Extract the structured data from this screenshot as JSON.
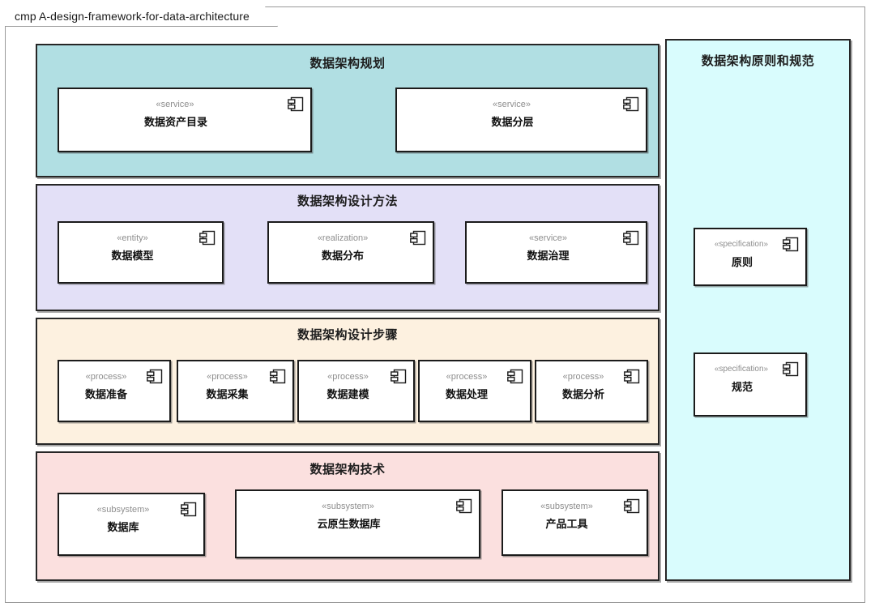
{
  "frame": {
    "keyword": "cmp",
    "title": "cmp A-design-framework-for-data-architecture"
  },
  "icons": {
    "component": "component-icon"
  },
  "colors": {
    "band_planning": "#b1dfe3",
    "band_method": "#e3e0f7",
    "band_steps": "#fdf1e0",
    "band_technology": "#fbe0df",
    "band_principles": "#d9fcfd",
    "border": "#262626",
    "component_fill": "#ffffff",
    "stereotype_text": "#8e8e8e",
    "name_text": "#111111"
  },
  "bands": [
    {
      "id": "planning",
      "title": "数据架构规划",
      "components": [
        {
          "stereotype": "«service»",
          "name": "数据资产目录"
        },
        {
          "stereotype": "«service»",
          "name": "数据分层"
        }
      ]
    },
    {
      "id": "method",
      "title": "数据架构设计方法",
      "components": [
        {
          "stereotype": "«entity»",
          "name": "数据模型"
        },
        {
          "stereotype": "«realization»",
          "name": "数据分布"
        },
        {
          "stereotype": "«service»",
          "name": "数据治理"
        }
      ]
    },
    {
      "id": "steps",
      "title": "数据架构设计步骤",
      "components": [
        {
          "stereotype": "«process»",
          "name": "数据准备"
        },
        {
          "stereotype": "«process»",
          "name": "数据采集"
        },
        {
          "stereotype": "«process»",
          "name": "数据建模"
        },
        {
          "stereotype": "«process»",
          "name": "数据处理"
        },
        {
          "stereotype": "«process»",
          "name": "数据分析"
        }
      ]
    },
    {
      "id": "technology",
      "title": "数据架构技术",
      "components": [
        {
          "stereotype": "«subsystem»",
          "name": "数据库"
        },
        {
          "stereotype": "«subsystem»",
          "name": "云原生数据库"
        },
        {
          "stereotype": "«subsystem»",
          "name": "产品工具"
        }
      ]
    },
    {
      "id": "principles",
      "title": "数据架构原则和规范",
      "components": [
        {
          "stereotype": "«specification»",
          "name": "原则"
        },
        {
          "stereotype": "«specification»",
          "name": "规范"
        }
      ]
    }
  ]
}
